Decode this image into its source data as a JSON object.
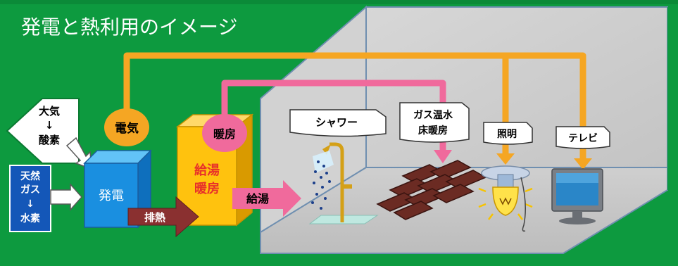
{
  "title": "発電と熱利用のイメージ",
  "inputs": {
    "air": [
      "大気",
      "↓",
      "酸素"
    ],
    "fuel": [
      "天然",
      "ガス",
      "↓",
      "水素"
    ]
  },
  "generator": "発電",
  "bubbles": {
    "electricity": "電気",
    "heating": "暖房"
  },
  "tank": [
    "給湯",
    "暖房"
  ],
  "arrows": {
    "exhaust_heat": "排熱",
    "hot_water": "給湯"
  },
  "appliances": {
    "shower": "シャワー",
    "floor_heating": [
      "ガス温水",
      "床暖房"
    ],
    "lighting": "照明",
    "tv": "テレビ"
  },
  "colors": {
    "background_green": "#0d9a3f",
    "electric_line": "#f5a623",
    "heat_line": "#f06a9c",
    "generator_blue": "#1a8fe0",
    "tank_yellow": "#ffc20e",
    "arrow_brown": "#8a3030"
  }
}
